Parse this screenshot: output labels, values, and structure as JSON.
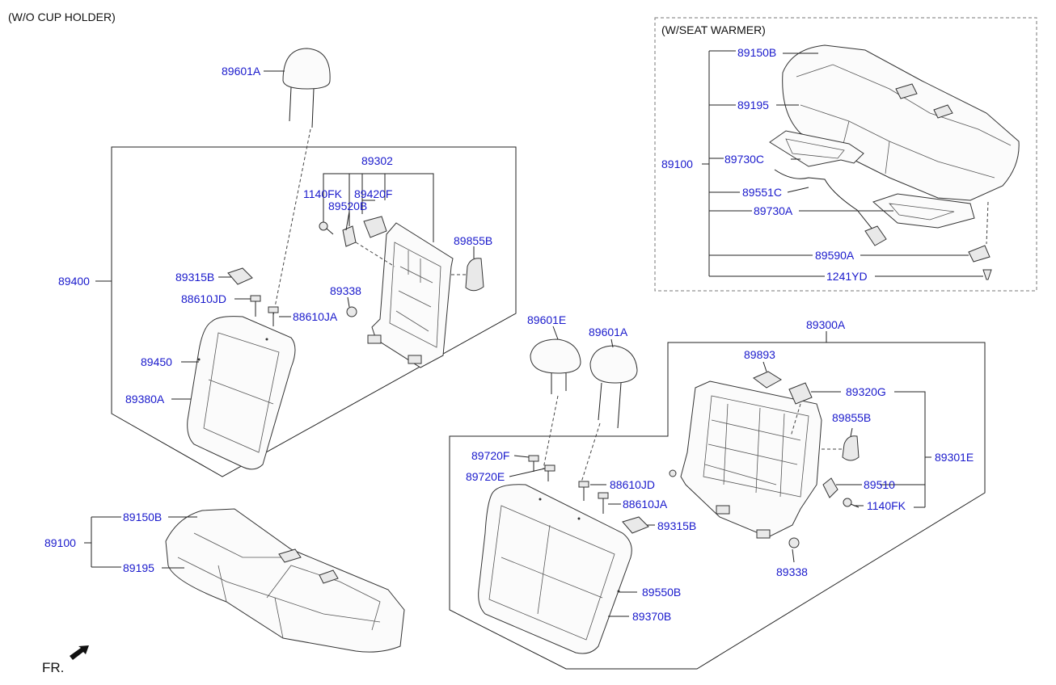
{
  "headers": {
    "wo_cup_holder": "(W/O CUP HOLDER)",
    "w_seat_warmer": "(W/SEAT WARMER)",
    "front_indicator": "FR."
  },
  "labels": {
    "l_89601A_top": "89601A",
    "l_89400": "89400",
    "l_89302": "89302",
    "l_1140FK_top": "1140FK",
    "l_89420F": "89420F",
    "l_89520B": "89520B",
    "l_89855B_top": "89855B",
    "l_89315B_top": "89315B",
    "l_88610JD_top": "88610JD",
    "l_88610JA_top": "88610JA",
    "l_89338_top": "89338",
    "l_89450": "89450",
    "l_89380A": "89380A",
    "l_89100_bottom": "89100",
    "l_89150B_bottom": "89150B",
    "l_89195_bottom": "89195",
    "l_89150B_warm": "89150B",
    "l_89195_warm": "89195",
    "l_89100_warm": "89100",
    "l_89730C": "89730C",
    "l_89551C": "89551C",
    "l_89730A": "89730A",
    "l_89590A": "89590A",
    "l_1241YD": "1241YD",
    "l_89601E": "89601E",
    "l_89601A_mid": "89601A",
    "l_89300A": "89300A",
    "l_89893": "89893",
    "l_89320G": "89320G",
    "l_89855B_right": "89855B",
    "l_89301E": "89301E",
    "l_89720F": "89720F",
    "l_89720E": "89720E",
    "l_88610JD_right": "88610JD",
    "l_88610JA_right": "88610JA",
    "l_89510": "89510",
    "l_1140FK_right": "1140FK",
    "l_89315B_right": "89315B",
    "l_89550B": "89550B",
    "l_89370B": "89370B",
    "l_89338_right": "89338"
  },
  "colors": {
    "label": "#1a1acc",
    "line": "#222222"
  }
}
